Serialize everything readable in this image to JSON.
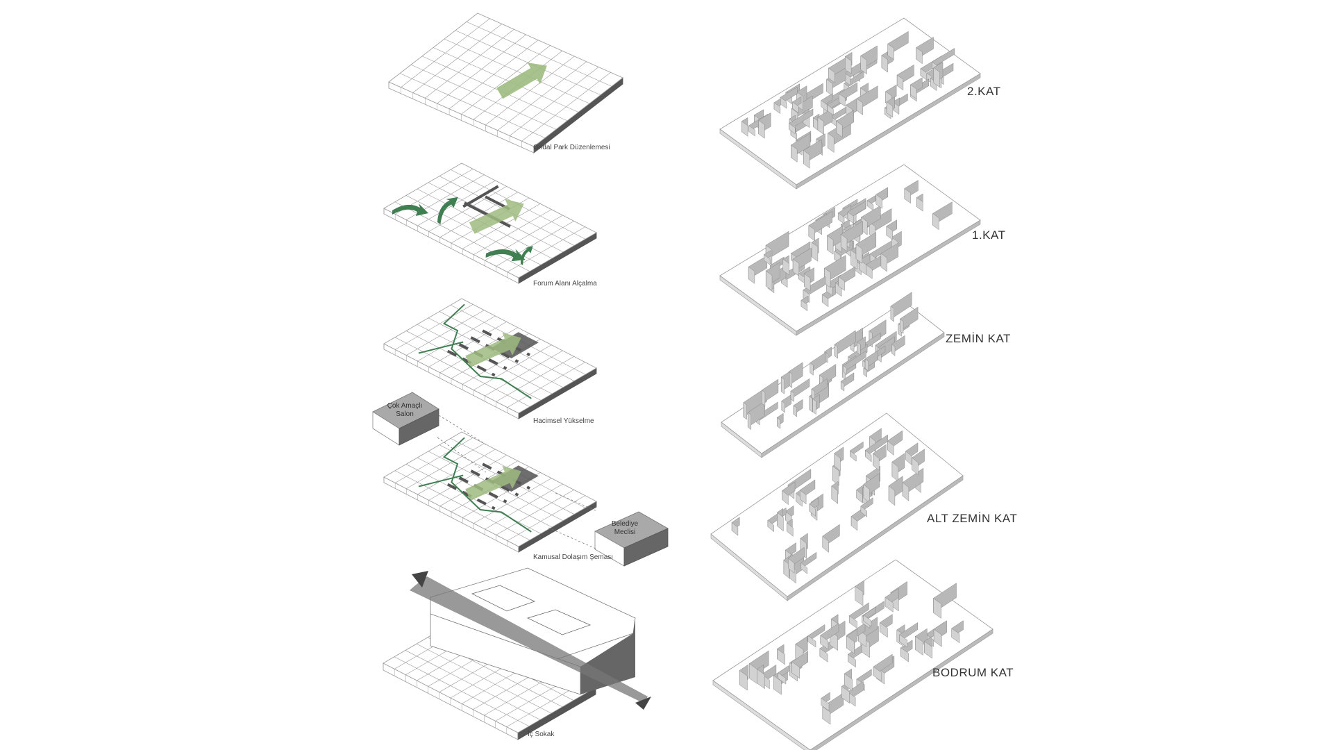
{
  "diagram_steps": [
    {
      "caption": "Gridal Park Düzenlemesi"
    },
    {
      "caption": "Forum Alanı Alçalma"
    },
    {
      "caption": "Hacimsel Yükselme"
    },
    {
      "caption": "Kamusal Dolaşım Şeması"
    },
    {
      "caption": "İç Sokak"
    }
  ],
  "volumes": {
    "multi_purpose_hall": {
      "line1": "Çok Amaçlı",
      "line2": "Salon"
    },
    "city_council": {
      "line1": "Belediye",
      "line2": "Meclisi"
    }
  },
  "floors": [
    {
      "label": "2.KAT"
    },
    {
      "label": "1.KAT"
    },
    {
      "label": "ZEMİN KAT"
    },
    {
      "label": "ALT ZEMİN KAT"
    },
    {
      "label": "BODRUM KAT"
    }
  ],
  "colors": {
    "green": "#3f7f52",
    "light_green": "#9dbb7f",
    "dark": "#555555",
    "wall": "#b8b8b8",
    "line": "#9a9a9a"
  }
}
